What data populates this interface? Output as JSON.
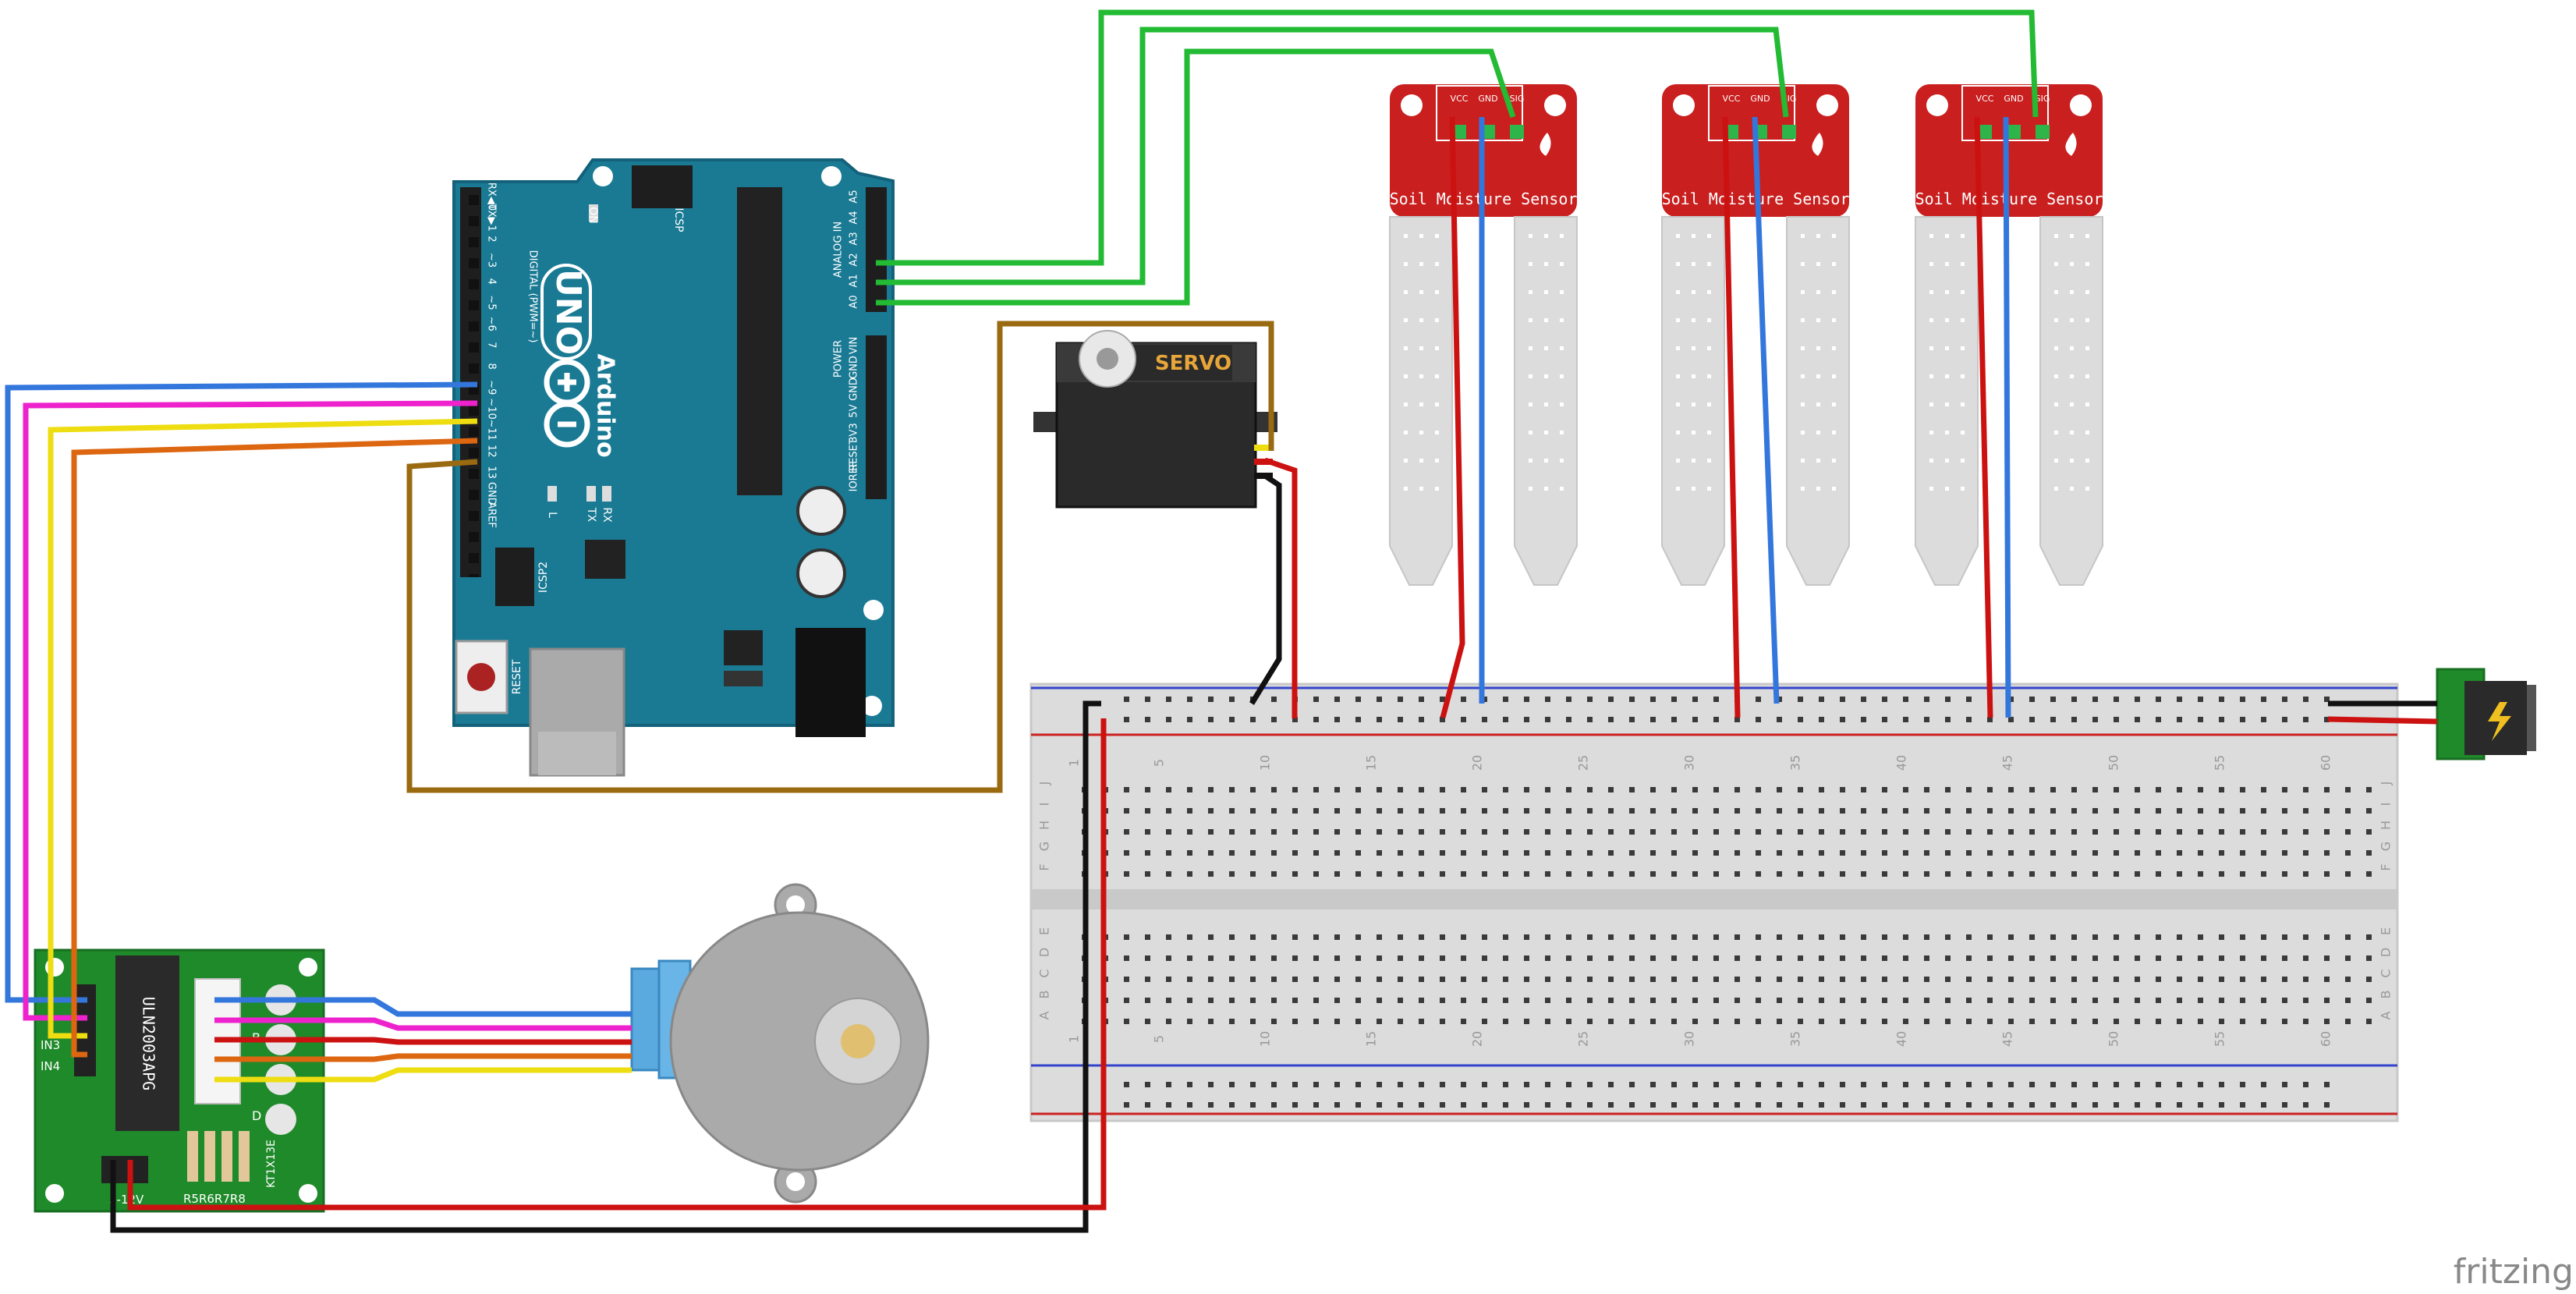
{
  "arduino": {
    "brand": "Arduino",
    "model": "UNO",
    "icsp_label": "ICSP",
    "icsp2_label": "ICSP2",
    "reset_label": "RESET",
    "on_label": "ON",
    "tx_label": "TX",
    "rx_label": "RX",
    "l_label": "L",
    "digital_header": "DIGITAL (PWM=~)",
    "analog_header": "ANALOG IN",
    "power_header": "POWER",
    "digital_pins": [
      "RX◀0",
      "TX▶1",
      "2",
      "~3",
      "4",
      "~5",
      "~6",
      "7",
      "8",
      "~9",
      "~10",
      "~11",
      "12",
      "13",
      "GND",
      "AREF"
    ],
    "analog_pins": [
      "A5",
      "A4",
      "A3",
      "A2",
      "A1",
      "A0"
    ],
    "power_pins": [
      "VIN",
      "GND",
      "GND",
      "5V",
      "3V3",
      "RESET",
      "IOREF"
    ]
  },
  "sensors": [
    {
      "title": "Soil Moisture Sensor",
      "pins": [
        "VCC",
        "GND",
        "SIG"
      ]
    },
    {
      "title": "Soil Moisture Sensor",
      "pins": [
        "VCC",
        "GND",
        "SIG"
      ]
    },
    {
      "title": "Soil Moisture Sensor",
      "pins": [
        "VCC",
        "GND",
        "SIG"
      ]
    }
  ],
  "servo": {
    "label": "SERVO"
  },
  "driver": {
    "chip": "ULN2003APG",
    "inputs": [
      "IN3",
      "IN4"
    ],
    "leds": [
      "B",
      "D"
    ],
    "resistor_left": "R5R6R7R8",
    "resistor_right": "KT1X13E",
    "power": "5-12V"
  },
  "breadboard": {
    "col_numbers": [
      "1",
      "5",
      "10",
      "15",
      "20",
      "25",
      "30",
      "35",
      "40",
      "45",
      "50",
      "55",
      "60"
    ],
    "rows_top": [
      "J",
      "I",
      "H",
      "G",
      "F"
    ],
    "rows_bottom": [
      "E",
      "D",
      "C",
      "B",
      "A"
    ]
  },
  "colors": {
    "wire_green": "#22bb33",
    "wire_red": "#cc1111",
    "wire_blue": "#3377dd",
    "wire_black": "#111111",
    "wire_magenta": "#ee22cc",
    "wire_yellow": "#eedd11",
    "wire_orange": "#dd6611",
    "wire_brown": "#9a6a10",
    "arduino_teal": "#1a7a94",
    "sensor_red": "#c91f1f",
    "driver_green": "#1f8a2a"
  },
  "watermark": "fritzing"
}
